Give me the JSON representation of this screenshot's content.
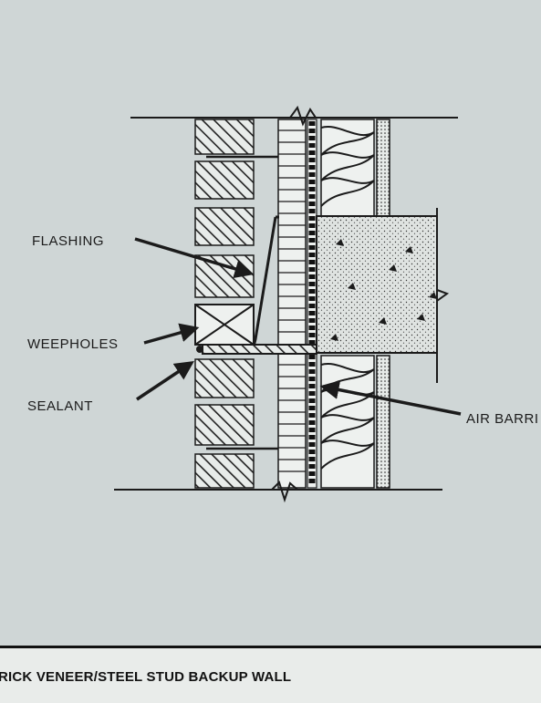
{
  "labels": {
    "flashing": "FLASHING",
    "weepholes": "WEEPHOLES",
    "sealant": "SEALANT",
    "air_barrier": "AIR BARRI"
  },
  "caption": "RICK VENEER/STEEL STUD BACKUP WALL",
  "colors": {
    "background": "#cfd6d6",
    "ink": "#1b1b1b",
    "caption_bar": "#e9ecea"
  }
}
